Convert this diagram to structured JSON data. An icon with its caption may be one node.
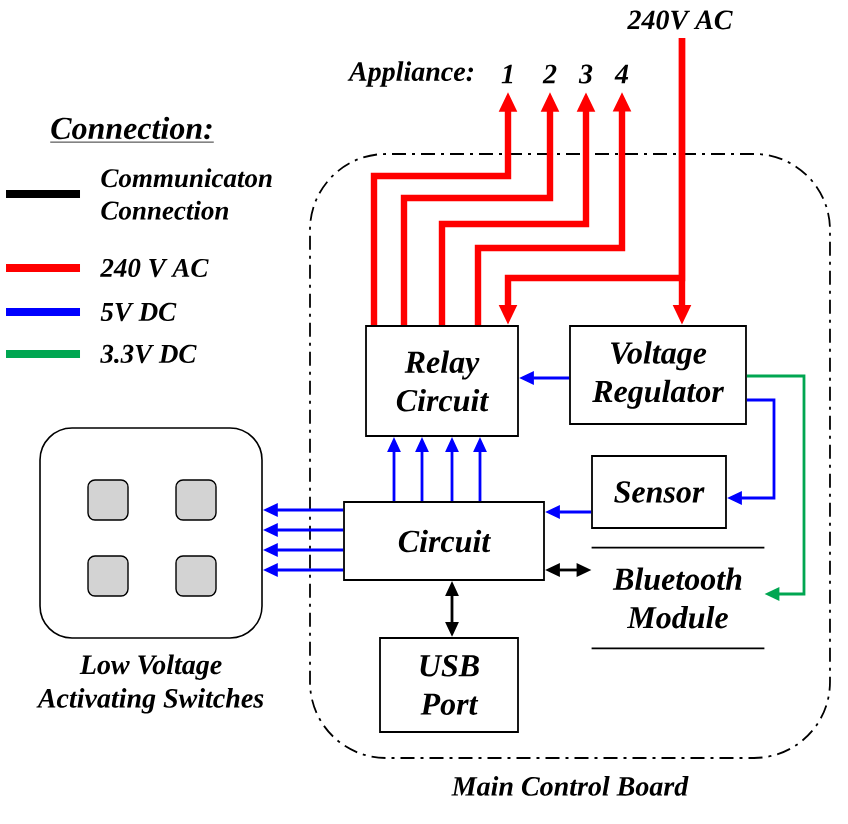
{
  "diagram": {
    "nodes": [
      {
        "text": [
          "240V AC"
        ]
      },
      {
        "text": [
          "1"
        ]
      },
      {
        "text": [
          "2"
        ]
      },
      {
        "text": [
          "3"
        ]
      },
      {
        "text": [
          "4"
        ]
      },
      {
        "text": [
          "Main Control Board"
        ]
      },
      {
        "text": [
          "Relay Circuit"
        ],
        "in": 5
      },
      {
        "text": [
          "Voltage Regulator"
        ],
        "in": 5
      },
      {
        "text": [
          "Sensor"
        ],
        "in": 5
      },
      {
        "text": [
          "Circuit"
        ],
        "in": 5
      },
      {
        "text": [
          "Bluetooth Module"
        ],
        "in": 5
      },
      {
        "text": [
          "USB Port"
        ],
        "in": 5
      },
      {
        "text": [
          "Low Voltage Activating Switches"
        ]
      }
    ],
    "edges": [
      {
        "from": 0,
        "to": 7,
        "arrow": "to",
        "style": "thick",
        "color": "#ff0000"
      },
      {
        "from": 0,
        "to": 6,
        "arrow": "to",
        "style": "thick",
        "color": "#ff0000"
      },
      {
        "from": 6,
        "to": 1,
        "arrow": "to",
        "style": "thick",
        "color": "#ff0000"
      },
      {
        "from": 6,
        "to": 2,
        "arrow": "to",
        "style": "thick",
        "color": "#ff0000"
      },
      {
        "from": 6,
        "to": 3,
        "arrow": "to",
        "style": "thick",
        "color": "#ff0000"
      },
      {
        "from": 6,
        "to": 4,
        "arrow": "to",
        "style": "thick",
        "color": "#ff0000"
      },
      {
        "from": 7,
        "to": 6,
        "arrow": "to"
      },
      {
        "from": 7,
        "to": 8,
        "arrow": "to"
      },
      {
        "from": 7,
        "to": 10,
        "arrow": "to",
        "color": "#00a651"
      },
      {
        "from": 8,
        "to": 9,
        "arrow": "to"
      },
      {
        "from": 9,
        "to": 6,
        "arrow": "to"
      },
      {
        "from": 9,
        "to": 6,
        "arrow": "to"
      },
      {
        "from": 9,
        "to": 6,
        "arrow": "to"
      },
      {
        "from": 9,
        "to": 6,
        "arrow": "to"
      },
      {
        "from": 9,
        "to": 12,
        "arrow": "to"
      },
      {
        "from": 9,
        "to": 12,
        "arrow": "to"
      },
      {
        "from": 9,
        "to": 12,
        "arrow": "to"
      },
      {
        "from": 9,
        "to": 12,
        "arrow": "to"
      },
      {
        "from": 9,
        "to": 10,
        "arrow": "both",
        "color": "#000000"
      },
      {
        "from": 9,
        "to": 11,
        "arrow": "both",
        "color": "#000000"
      }
    ],
    "labels": [
      "Appliance:",
      "Connection:"
    ],
    "legend": [
      {
        "text": "Communicaton Connection",
        "color": "#000000"
      },
      {
        "text": "240 V AC",
        "color": "#ff0000"
      },
      {
        "text": "5V DC",
        "color": "#0000ff"
      },
      {
        "text": "3.3V DC",
        "color": "#00a651"
      }
    ]
  }
}
